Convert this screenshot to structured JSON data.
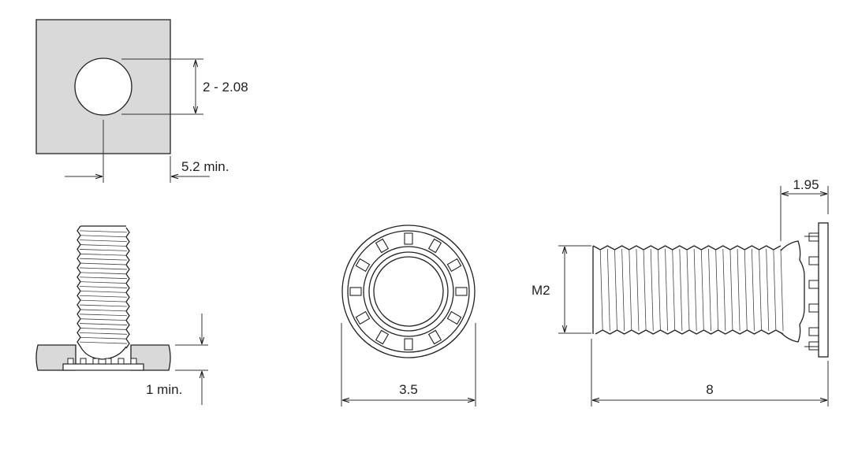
{
  "colors": {
    "ink": "#222222",
    "sheet_fill": "#d9d9d9",
    "background": "#ffffff"
  },
  "panel_hole": {
    "hole_dim_label": "2 - 2.08",
    "edge_dim_label": "5.2 min."
  },
  "installed_side": {
    "sheet_thickness_label": "1 min."
  },
  "end_view": {
    "diameter_label": "3.5"
  },
  "profile_view": {
    "head_dim_label": "1.95",
    "thread_label": "M2",
    "length_label": "8"
  }
}
